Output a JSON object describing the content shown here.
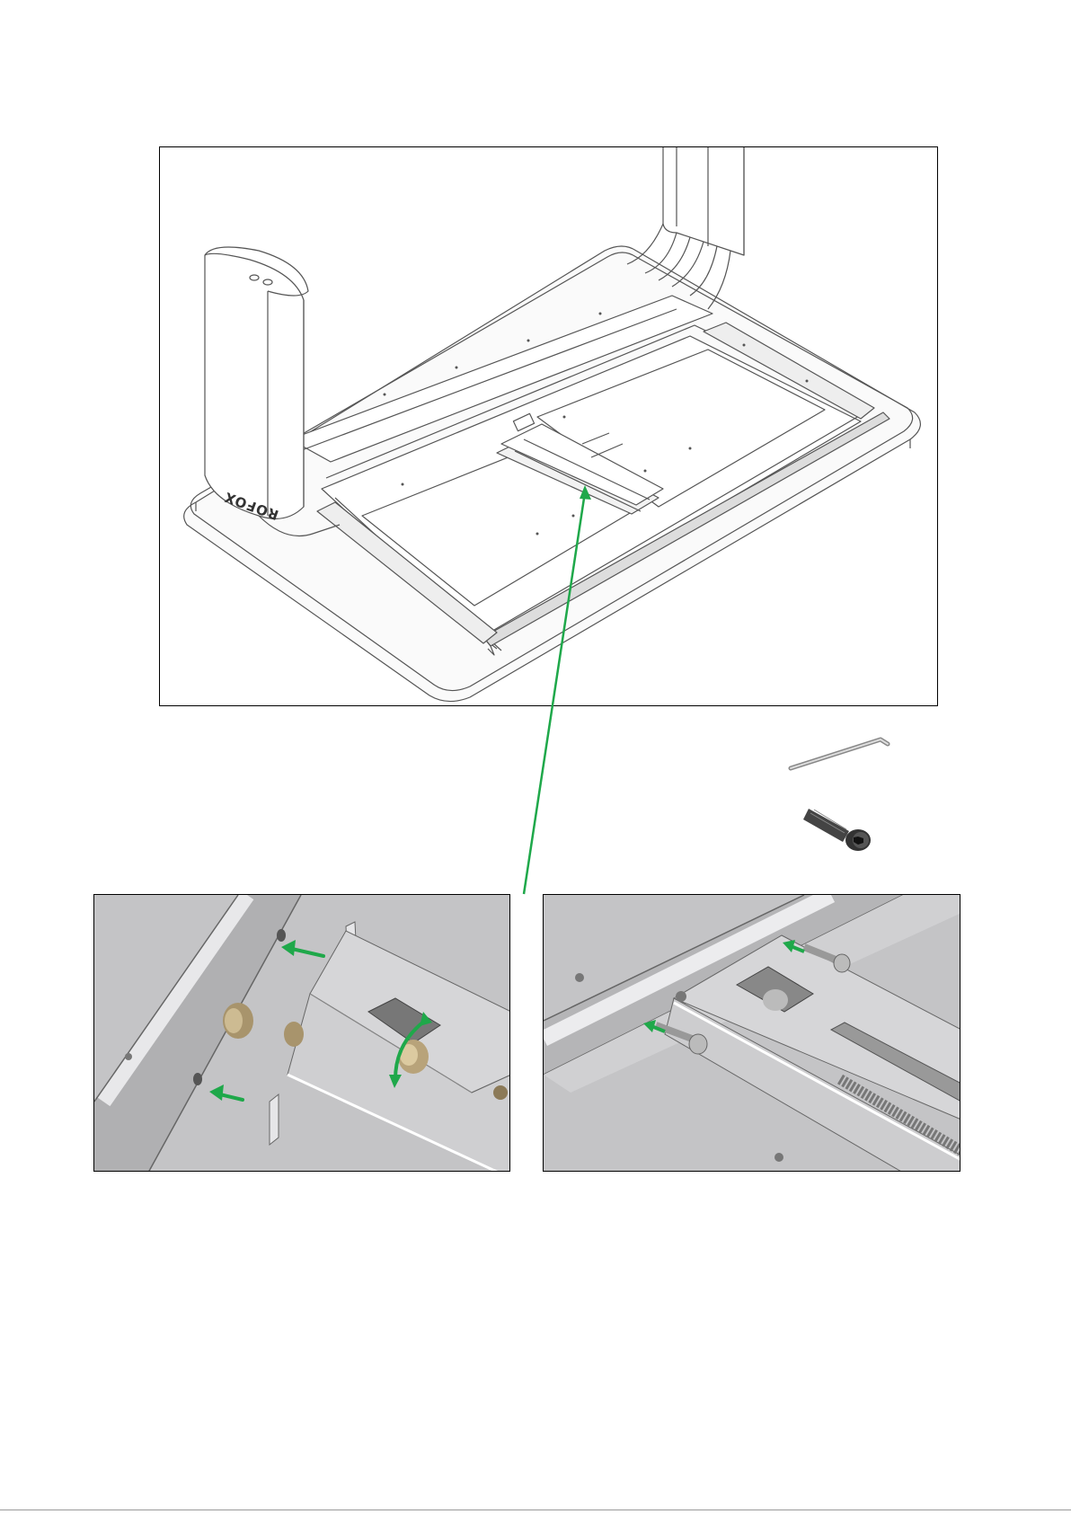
{
  "diagram": {
    "brand_mark": "ROFOX",
    "colors": {
      "line": "#555555",
      "accent_green": "#1fa84a",
      "detail_background": "#c4c4c6",
      "metal": "#e0e0e2",
      "brass": "#b8a37a"
    },
    "panels": [
      "main-view",
      "detail-left",
      "detail-right"
    ],
    "icons": [
      "allen-key-icon",
      "bolt-icon",
      "insert-arrow-icon",
      "rotate-arrow-icon"
    ]
  }
}
